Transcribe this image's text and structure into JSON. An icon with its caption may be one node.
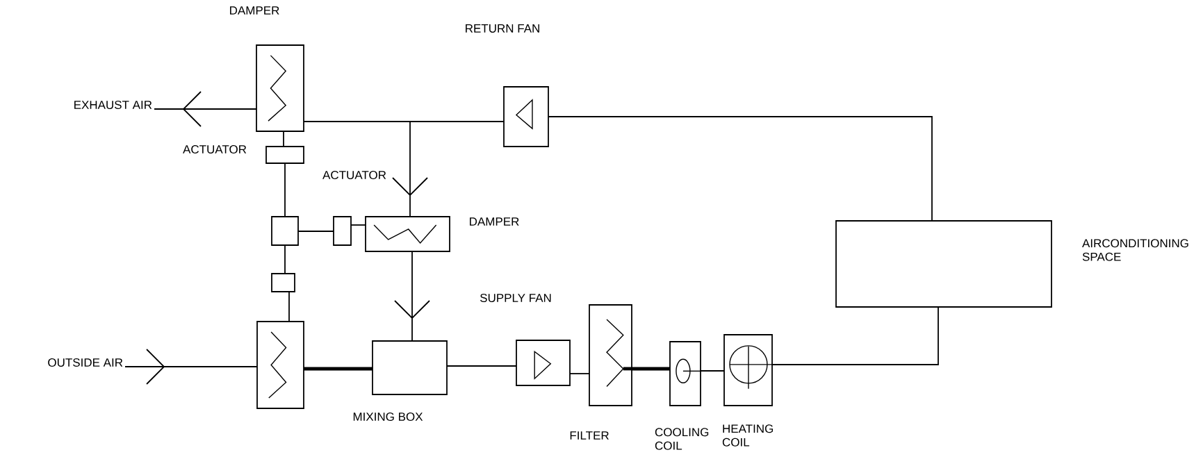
{
  "diagram": {
    "nodes": [
      {
        "text": [
          "DAMPER"
        ]
      },
      {
        "text": [
          "RETURN FAN"
        ]
      },
      {
        "text": [
          "EXHAUST AIR"
        ]
      },
      {
        "text": [
          "ACTUATOR"
        ]
      },
      {
        "text": [],
        "shape": "box"
      },
      {
        "text": [
          "DAMPER"
        ]
      },
      {
        "text": [],
        "shape": "box"
      },
      {
        "text": [
          "AIRCONDITIONING SPACE"
        ]
      },
      {
        "text": [],
        "shape": "box"
      },
      {
        "text": [
          "SUPPLY FAN"
        ]
      },
      {
        "text": [
          "OUTSIDE AIR"
        ]
      },
      {
        "text": [],
        "shape": "box"
      },
      {
        "text": [
          "MIXING BOX"
        ]
      },
      {
        "text": [
          "FILTER"
        ]
      },
      {
        "text": [
          "COOLING COIL"
        ]
      },
      {
        "text": [
          "HEATING COIL"
        ]
      }
    ],
    "edges": [
      {
        "from": 1,
        "to": 0,
        "arrow": "none"
      },
      {
        "from": 0,
        "to": 2,
        "arrow": "to"
      },
      {
        "from": 1,
        "to": 5,
        "arrow": "to"
      },
      {
        "from": 7,
        "to": 1,
        "arrow": "none"
      },
      {
        "from": 0,
        "to": 3,
        "arrow": "none"
      },
      {
        "from": 3,
        "to": 6,
        "arrow": "none"
      },
      {
        "from": 6,
        "to": 4,
        "arrow": "none"
      },
      {
        "from": 4,
        "to": 5,
        "arrow": "none"
      },
      {
        "from": 6,
        "to": 8,
        "arrow": "none"
      },
      {
        "from": 8,
        "to": 11,
        "arrow": "none"
      },
      {
        "from": 10,
        "to": 11,
        "arrow": "to"
      },
      {
        "from": 11,
        "to": 12,
        "arrow": "none",
        "style": "thick"
      },
      {
        "from": 5,
        "to": 12,
        "arrow": "to"
      },
      {
        "from": 12,
        "to": 9,
        "arrow": "none"
      },
      {
        "from": 9,
        "to": 13,
        "arrow": "none"
      },
      {
        "from": 13,
        "to": 14,
        "arrow": "none",
        "style": "thick"
      },
      {
        "from": 14,
        "to": 15,
        "arrow": "none"
      },
      {
        "from": 15,
        "to": 7,
        "arrow": "none"
      }
    ],
    "labels": [
      "ACTUATOR"
    ]
  }
}
